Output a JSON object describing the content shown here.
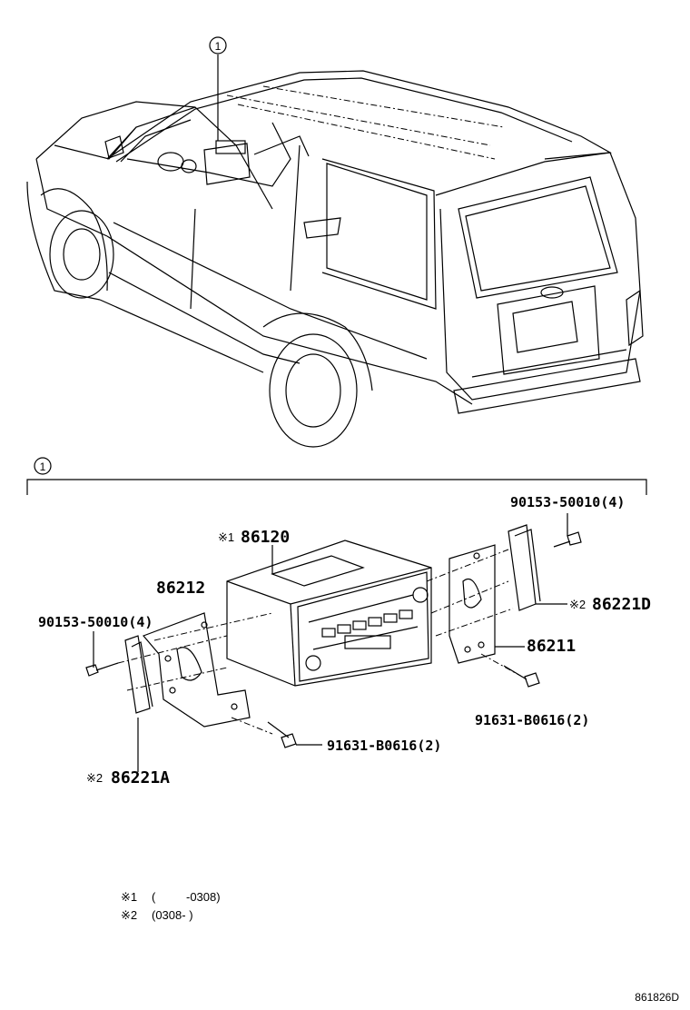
{
  "callout_marker": "1",
  "section_marker": "1",
  "parts": [
    {
      "id": "p86120",
      "mark": "※1",
      "number": "86120"
    },
    {
      "id": "p86212",
      "mark": "",
      "number": "86212"
    },
    {
      "id": "p90153-left",
      "mark": "",
      "number": "90153-50010(4)"
    },
    {
      "id": "p90153-right",
      "mark": "",
      "number": "90153-50010(4)"
    },
    {
      "id": "p86221D",
      "mark": "※2",
      "number": "86221D"
    },
    {
      "id": "p86211",
      "mark": "",
      "number": "86211"
    },
    {
      "id": "p91631-right",
      "mark": "",
      "number": "91631-B0616(2)"
    },
    {
      "id": "p91631-center",
      "mark": "",
      "number": "91631-B0616(2)"
    },
    {
      "id": "p86221A",
      "mark": "※2",
      "number": "86221A"
    }
  ],
  "notes": [
    {
      "mark": "※1",
      "open": "(",
      "range": "-0308)"
    },
    {
      "mark": "※2",
      "open": "",
      "range": "(0308-        )"
    }
  ],
  "catalog_code": "861826D"
}
